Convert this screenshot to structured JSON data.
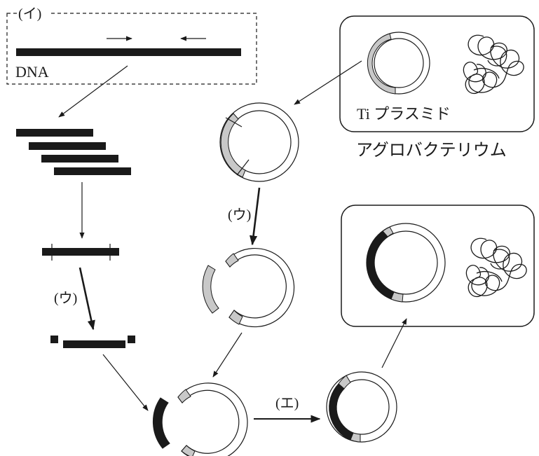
{
  "labels": {
    "i": "(イ)",
    "u_left": "(ウ)",
    "u_right": "(ウ)",
    "e": "(エ)",
    "dna": "DNA",
    "ti_plasmid": "Ti プラスミド",
    "agrobacterium": "アグロバクテリウム"
  },
  "colors": {
    "ink": "#1a1a1a",
    "plasmid_grey": "#c8c8c8",
    "insert_black": "#1a1a1a",
    "background": "#ffffff"
  }
}
